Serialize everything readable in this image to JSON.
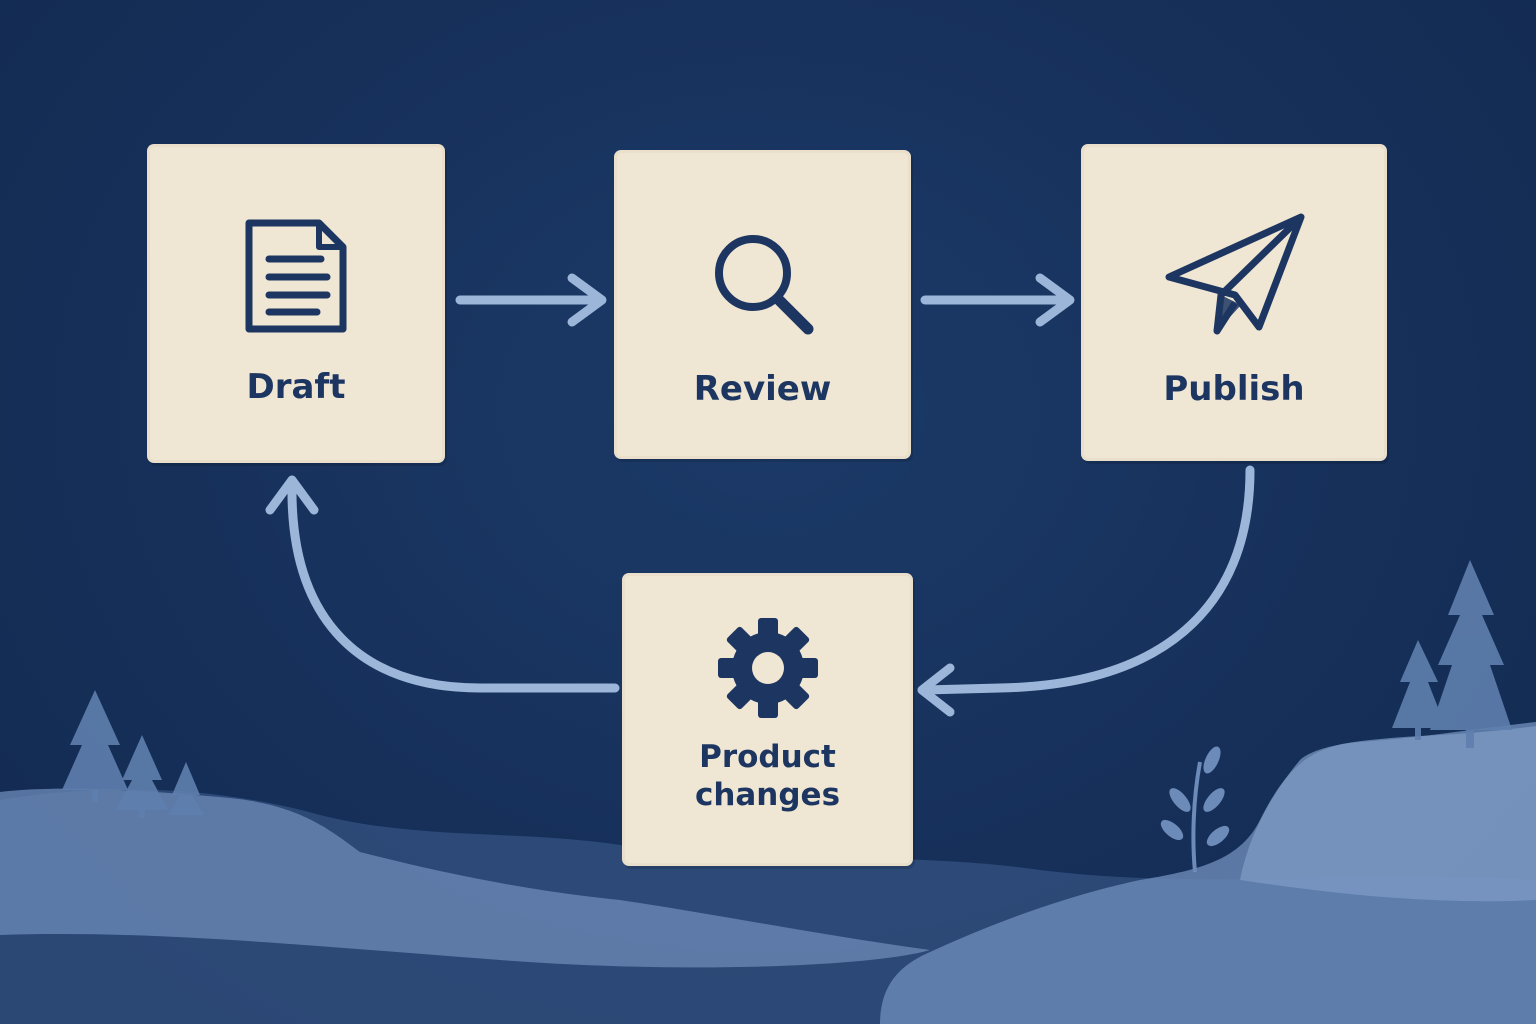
{
  "diagram": {
    "nodes": [
      {
        "id": "draft",
        "label": "Draft",
        "icon": "document-icon"
      },
      {
        "id": "review",
        "label": "Review",
        "icon": "magnifier-icon"
      },
      {
        "id": "publish",
        "label": "Publish",
        "icon": "paper-plane-icon"
      },
      {
        "id": "product",
        "label": "Product\nchanges",
        "icon": "gear-icon"
      }
    ],
    "edges": [
      {
        "from": "draft",
        "to": "review"
      },
      {
        "from": "review",
        "to": "publish"
      },
      {
        "from": "publish",
        "to": "product"
      },
      {
        "from": "product",
        "to": "draft"
      }
    ]
  },
  "colors": {
    "background": "#16305a",
    "card": "#efe6d3",
    "ink": "#1d3661",
    "arrow": "#9bb6d8",
    "landscape": "#5f7fae"
  }
}
